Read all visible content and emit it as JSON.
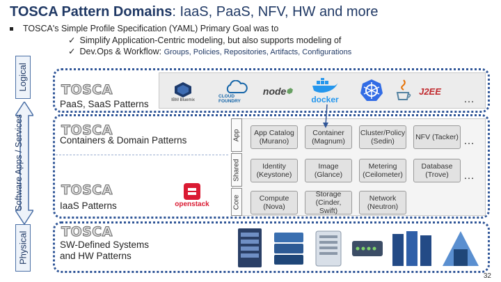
{
  "title": {
    "bold": "TOSCA Pattern Domains",
    "rest": ": IaaS, PaaS, NFV, HW and more"
  },
  "bullets": {
    "main": "TOSCA's Simple Profile Specification (YAML) Primary Goal was to",
    "sub1": "Simplify Application-Centric modeling, but also supports modeling of",
    "sub2_lead": "Dev.Ops & Workflow: ",
    "sub2_detail": "Groups, Policies, Repositories, Artifacts, Configurations"
  },
  "tick": "✓",
  "left_labels": {
    "logical": "Logical",
    "software": "Software Apps / Services",
    "physical": "Physical"
  },
  "tosca_word": "TOSCA",
  "layers": {
    "paas": "PaaS, SaaS Patterns",
    "containers": "Containers & Domain Patterns",
    "iaas": "IaaS Patterns",
    "hw": "SW-Defined Systems and HW Patterns"
  },
  "side_tabs": {
    "app": "App",
    "shared": "Shared",
    "core": "Core"
  },
  "services": {
    "app_catalog": "App Catalog (Murano)",
    "container": "Container (Magnum)",
    "cluster": "Cluster/Policy (Sedin)",
    "nfv": "NFV (Tacker)",
    "identity": "Identity (Keystone)",
    "image": "Image (Glance)",
    "metering": "Metering (Ceilometer)",
    "database": "Database (Trove)",
    "compute": "Compute (Nova)",
    "storage": "Storage (Cinder, Swift)",
    "network": "Network (Neutron)"
  },
  "logos": {
    "ibm": "IBM Bluemix",
    "cloudfoundry": "CLOUD FOUNDRY",
    "node": "node",
    "docker": "docker",
    "j2ee": "J2EE",
    "openstack": "openstack"
  },
  "ellipsis": "…",
  "page_number": "32",
  "colors": {
    "accent": "#2f5597",
    "tosca_bar": "#4aa6de",
    "openstack_red": "#da1a32",
    "docker_blue": "#2496ed"
  }
}
